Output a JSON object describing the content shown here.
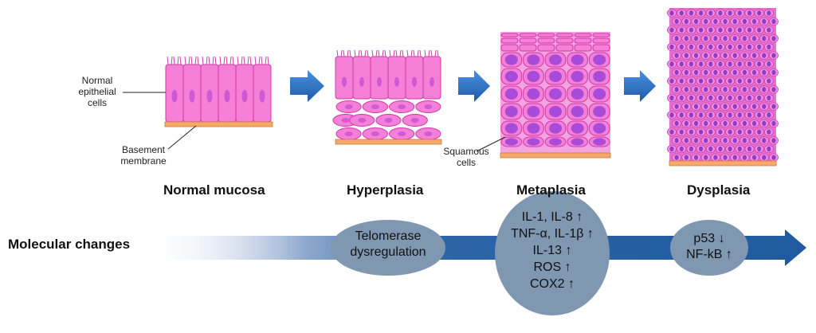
{
  "stages": [
    {
      "id": "normal",
      "label": "Normal mucosa"
    },
    {
      "id": "hyperplasia",
      "label": "Hyperplasia"
    },
    {
      "id": "metaplasia",
      "label": "Metaplasia"
    },
    {
      "id": "dysplasia",
      "label": "Dysplasia"
    }
  ],
  "callouts": {
    "normal_cells": [
      "Normal",
      "epithelial",
      "cells"
    ],
    "basement_membrane": [
      "Basement",
      "membrane"
    ],
    "squamous_cells": [
      "Squamous",
      "cells"
    ]
  },
  "molecular": {
    "label": "Molecular changes",
    "bubbles": [
      {
        "id": "telomerase",
        "lines": [
          "Telomerase",
          "dysregulation"
        ]
      },
      {
        "id": "cytokines",
        "lines": [
          "IL-1, IL-8 ↑",
          "TNF-α, IL-1β ↑",
          "IL-13 ↑",
          "ROS ↑",
          "COX2 ↑"
        ]
      },
      {
        "id": "p53",
        "lines": [
          "p53 ↓",
          "NF-kB ↑"
        ]
      }
    ]
  },
  "colors": {
    "cell_fill": "#f67fd8",
    "cell_stroke": "#d03aa8",
    "nucleus": "#c04bd6",
    "basement": "#f7a86a",
    "arrow": "#2a6fc0",
    "bar": "#1f5b9e",
    "bubble": "#7f97b1"
  }
}
